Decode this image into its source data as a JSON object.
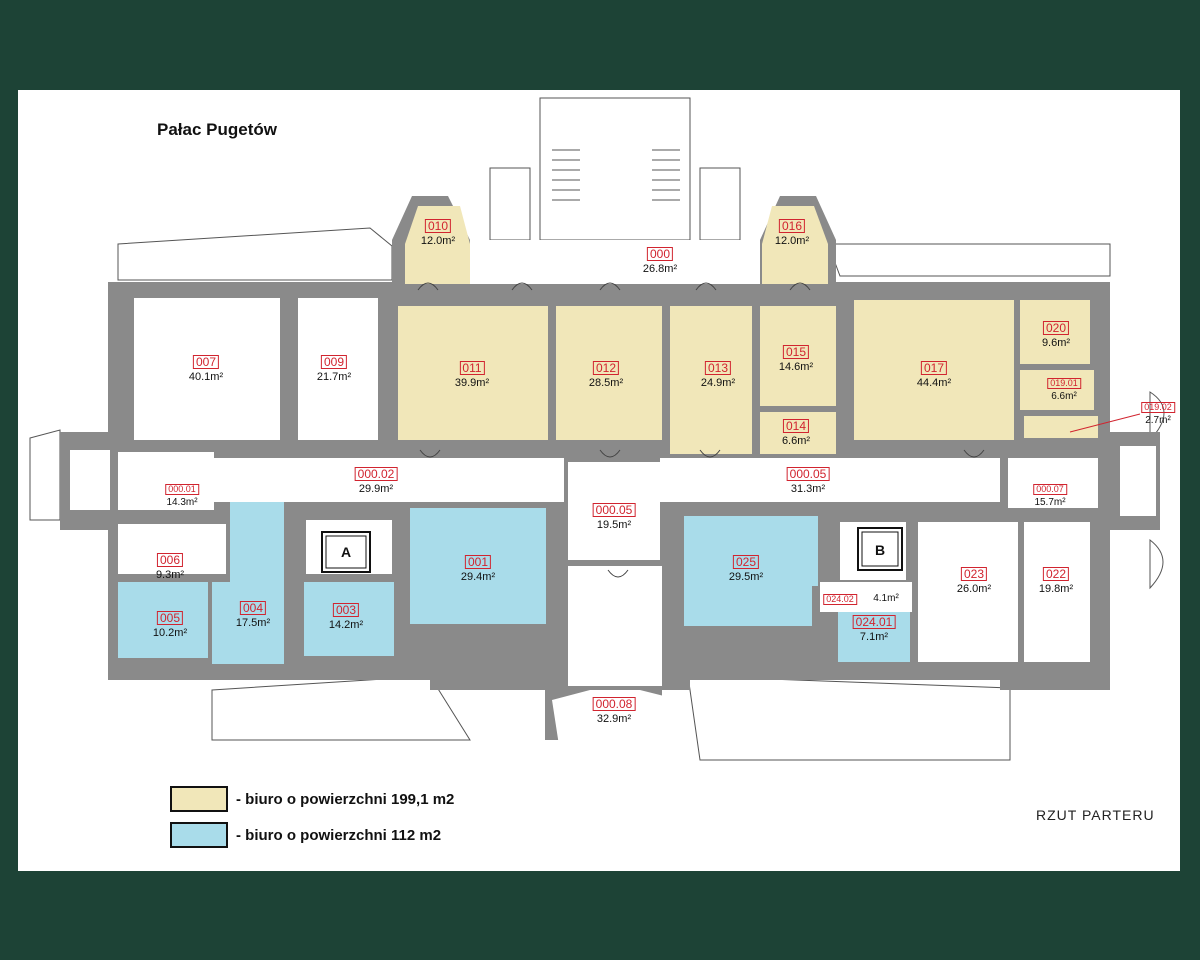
{
  "title": "Pałac Pugetów",
  "plan_label": "RZUT  PARTERU",
  "colors": {
    "background": "#1d4336",
    "tan": "#f1e7b9",
    "blue": "#a9dcea",
    "wall": "#8a8a8a",
    "code": "#d1242f"
  },
  "legend": [
    {
      "label": "- biuro o powierzchni 199,1 m2",
      "color": "#f1e7b9"
    },
    {
      "label": "- biuro o powierzchni 112 m2",
      "color": "#a9dcea"
    }
  ],
  "stairs": [
    {
      "label": "A"
    },
    {
      "label": "B"
    }
  ],
  "rooms": [
    {
      "code": "010",
      "area": "12.0m²"
    },
    {
      "code": "000",
      "area": "26.8m²"
    },
    {
      "code": "016",
      "area": "12.0m²"
    },
    {
      "code": "007",
      "area": "40.1m²"
    },
    {
      "code": "009",
      "area": "21.7m²"
    },
    {
      "code": "011",
      "area": "39.9m²"
    },
    {
      "code": "012",
      "area": "28.5m²"
    },
    {
      "code": "013",
      "area": "24.9m²"
    },
    {
      "code": "015",
      "area": "14.6m²"
    },
    {
      "code": "014",
      "area": "6.6m²"
    },
    {
      "code": "017",
      "area": "44.4m²"
    },
    {
      "code": "020",
      "area": "9.6m²"
    },
    {
      "code": "019.01",
      "area": "6.6m²"
    },
    {
      "code": "019.02",
      "area": "2.7m²"
    },
    {
      "code": "000.01",
      "area": "14.3m²"
    },
    {
      "code": "000.02",
      "area": "29.9m²"
    },
    {
      "code": "000.05",
      "area": "31.3m²"
    },
    {
      "code": "000.05",
      "area": "19.5m²"
    },
    {
      "code": "000.07",
      "area": "15.7m²"
    },
    {
      "code": "006",
      "area": "9.3m²"
    },
    {
      "code": "005",
      "area": "10.2m²"
    },
    {
      "code": "004",
      "area": "17.5m²"
    },
    {
      "code": "003",
      "area": "14.2m²"
    },
    {
      "code": "001",
      "area": "29.4m²"
    },
    {
      "code": "025",
      "area": "29.5m²"
    },
    {
      "code": "024.02",
      "area": "4.1m²"
    },
    {
      "code": "024.01",
      "area": "7.1m²"
    },
    {
      "code": "023",
      "area": "26.0m²"
    },
    {
      "code": "022",
      "area": "19.8m²"
    },
    {
      "code": "000.08",
      "area": "32.9m²"
    }
  ]
}
